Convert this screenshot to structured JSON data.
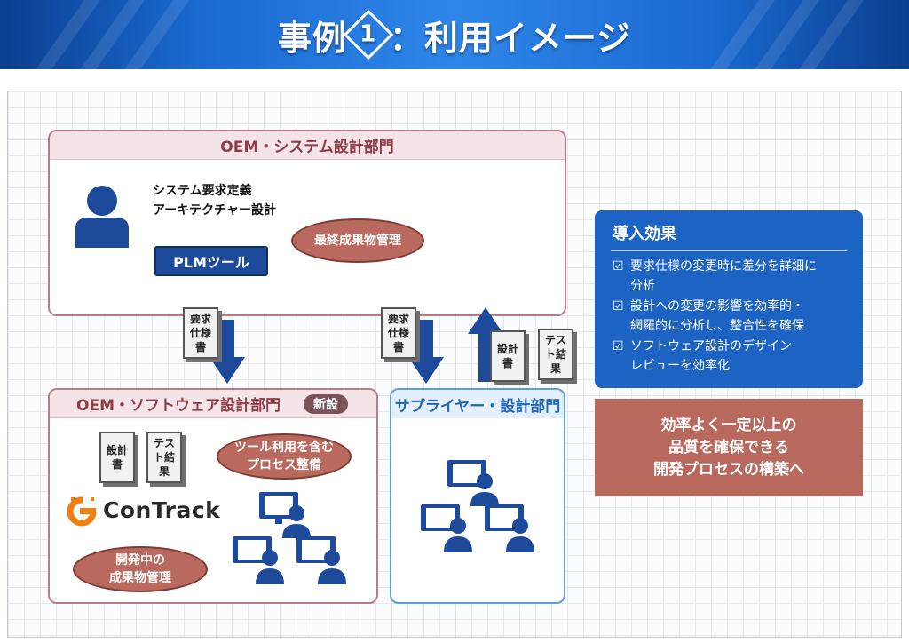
{
  "header": {
    "title_prefix": "事例",
    "title_number": "1",
    "title_suffix": "：利用イメージ"
  },
  "oem_system": {
    "title": "OEM・システム設計部門",
    "lines": [
      "システム要求定義",
      "アーキテクチャー設計"
    ],
    "ellipse": "最終成果物管理",
    "tool_button": "PLMツール"
  },
  "oem_software": {
    "title": "OEM・ソフトウェア設計部門",
    "badge": "新設",
    "docs": [
      "設計書",
      "テスト結果"
    ],
    "ellipse_top": [
      "ツール利用を含む",
      "プロセス整備"
    ],
    "ellipse_bottom": [
      "開発中の",
      "成果物管理"
    ],
    "logo_text": "ConTrack"
  },
  "supplier": {
    "title": "サプライヤー・設計部門"
  },
  "flows": {
    "doc_left": "要求仕様書",
    "doc_mid": "要求仕様書",
    "doc_up1": "設計書",
    "doc_up2": "テスト結果"
  },
  "effect": {
    "title": "導入効果",
    "items": [
      [
        "要求仕様の変更時に差分を詳細に",
        "分析"
      ],
      [
        "設計への変更の影響を効率的・",
        "網羅的に分析し、整合性を確保"
      ],
      [
        "ソフトウェア設計のデザイン",
        "レビューを効率化"
      ]
    ]
  },
  "conclusion": [
    "効率よく一定以上の",
    "品質を確保できる",
    "開発プロセスの構築へ"
  ],
  "colors": {
    "navy": "#1e4a9b",
    "accent_red": "#b9695e",
    "effect_blue": "#1d63c4",
    "logo_orange": "#f07f12"
  }
}
